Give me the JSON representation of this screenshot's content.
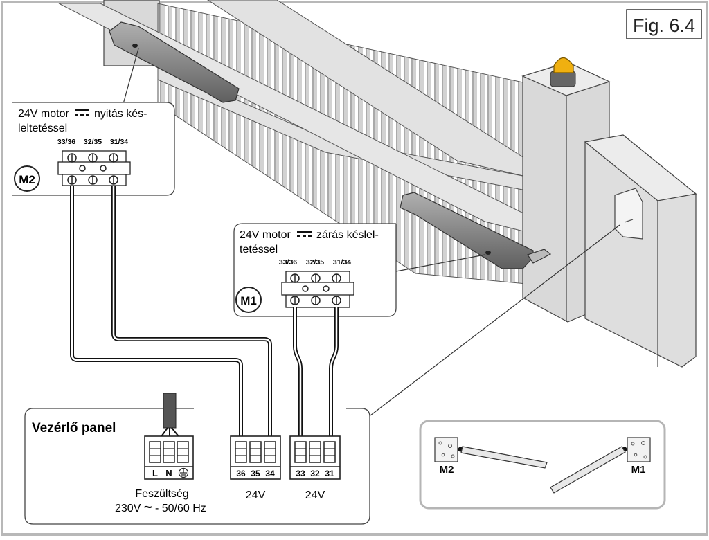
{
  "figure_label": "Fig. 6.4",
  "callout_m2": {
    "title_line1_a": "24V motor",
    "title_line1_b": "nyitás kés-",
    "title_line2": "leltetéssel",
    "badge": "M2",
    "terminals": [
      "33/36",
      "32/35",
      "31/34"
    ]
  },
  "callout_m1": {
    "title_line1_a": "24V motor",
    "title_line1_b": "zárás késlel-",
    "title_line2": "tetéssel",
    "badge": "M1",
    "terminals": [
      "33/36",
      "32/35",
      "31/34"
    ]
  },
  "control_panel": {
    "title": "Vezérlő panel",
    "power_block": {
      "terminals": [
        "L",
        "N"
      ],
      "ground_icon": "ground-icon",
      "label": "Feszültség",
      "spec_a": "230V",
      "spec_symbol": "~",
      "spec_b": "- 50/60 Hz"
    },
    "m2_block": {
      "terminals": [
        "36",
        "35",
        "34"
      ],
      "label": "24V"
    },
    "m1_block": {
      "terminals": [
        "33",
        "32",
        "31"
      ],
      "label": "24V"
    }
  },
  "inset": {
    "left_label": "M2",
    "right_label": "M1"
  },
  "colors": {
    "frame": "#b8b8b8",
    "wall": "#d9d9d9",
    "line": "#222222",
    "lamp": "#f0b010"
  }
}
